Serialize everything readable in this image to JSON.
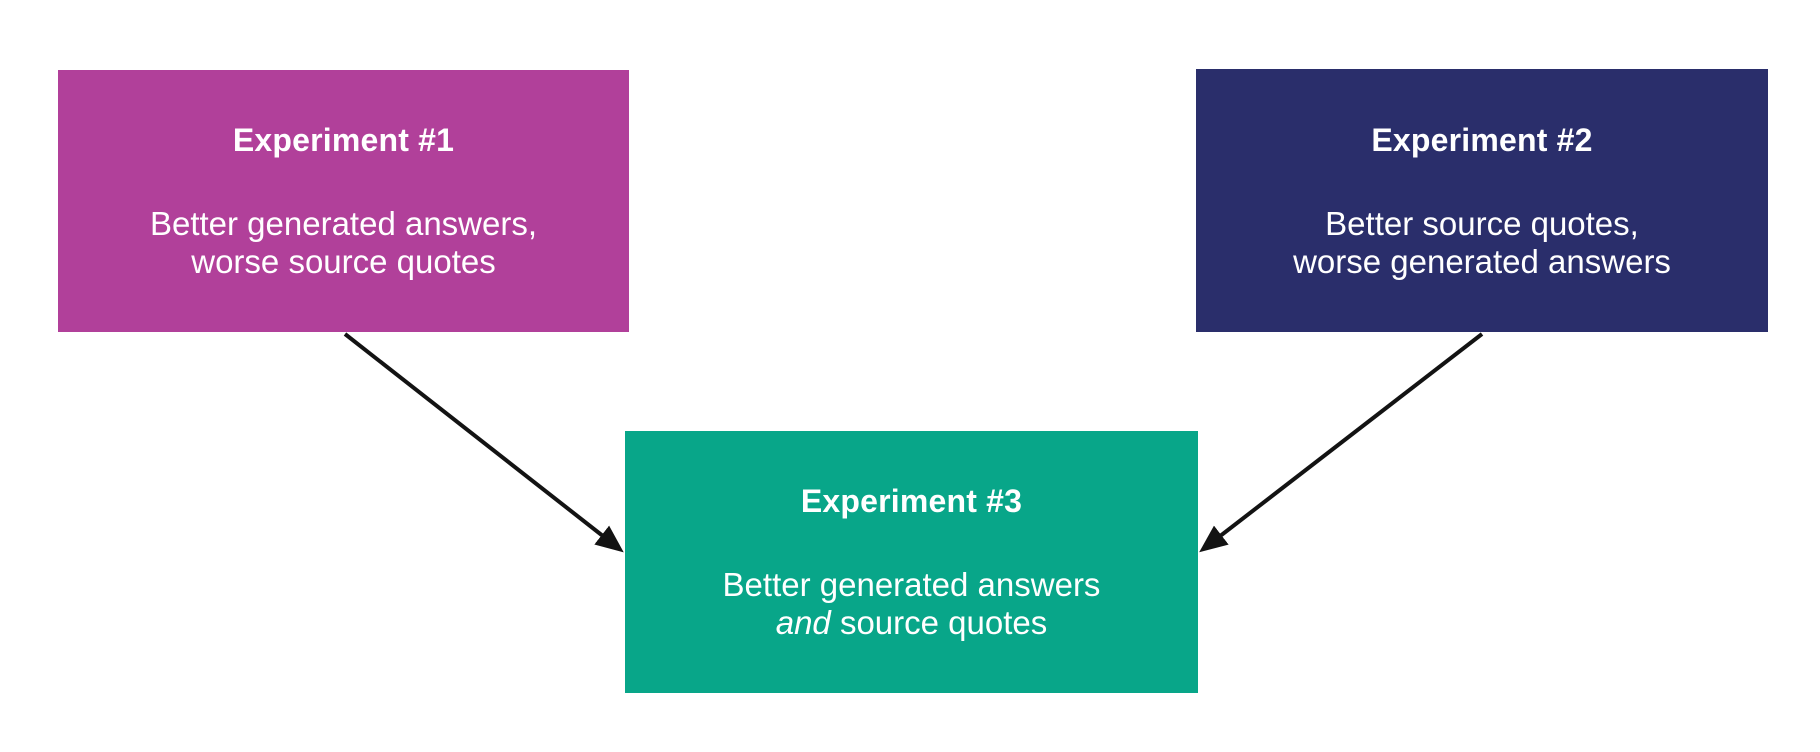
{
  "diagram": {
    "background_color": "#ffffff",
    "arrow_color": "#131313",
    "nodes": [
      {
        "id": "experiment-1",
        "title": "Experiment #1",
        "body_line1": "Better generated answers,",
        "body_line2": "worse source quotes",
        "color": "#b1409a",
        "text_color": "#ffffff"
      },
      {
        "id": "experiment-2",
        "title": "Experiment #2",
        "body_line1": "Better source quotes,",
        "body_line2": "worse generated answers",
        "color": "#2a2e6b",
        "text_color": "#ffffff"
      },
      {
        "id": "experiment-3",
        "title": "Experiment #3",
        "body_line1": "Better generated answers",
        "body_line2_em": "and",
        "body_line2_rest": "source quotes",
        "color": "#08a689",
        "text_color": "#ffffff"
      }
    ],
    "connections": [
      {
        "from": "experiment-1",
        "to": "experiment-3"
      },
      {
        "from": "experiment-2",
        "to": "experiment-3"
      }
    ]
  }
}
